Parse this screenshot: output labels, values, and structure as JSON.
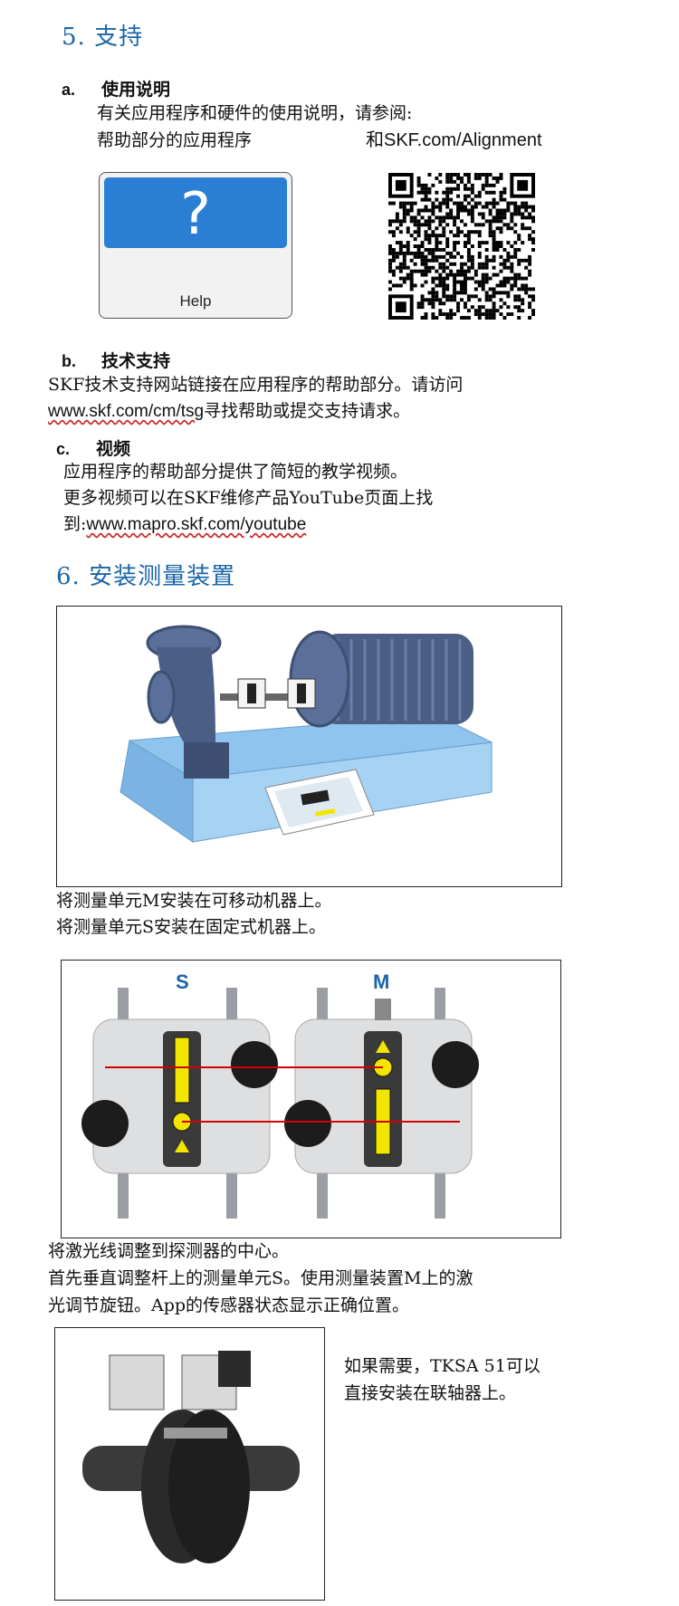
{
  "section5": {
    "title": "5. 支持",
    "a": {
      "letter": "a.",
      "title": "使用说明",
      "line1": "有关应用程序和硬件的使用说明，请参阅:",
      "line2_left": "帮助部分的应用程序",
      "line2_right": "和SKF.com/Alignment",
      "help_label": "Help",
      "help_glyph": "?"
    },
    "b": {
      "letter": "b.",
      "title": "技术支持",
      "line1": "SKF技术支持网站链接在应用程序的帮助部分。请访问",
      "line2_link": "www.skf.com/cm/tsg",
      "line2_rest": "寻找帮助或提交支持请求。"
    },
    "c": {
      "letter": "c.",
      "title": "视频",
      "line1": "应用程序的帮助部分提供了简短的教学视频。",
      "line2": "更多视频可以在SKF维修产品YouTube页面上找",
      "line3_prefix": "到:",
      "line3_link": "www.mapro.skf.com/youtube"
    }
  },
  "section6": {
    "title": "6. 安装测量装置",
    "caption1": "将测量单元M安装在可移动机器上。",
    "caption2": "将测量单元S安装在固定式机器上。",
    "unit_s": "S",
    "unit_m": "M",
    "caption3": "将激光线调整到探测器的中心。",
    "caption4": "首先垂直调整杆上的测量单元S。使用测量装置M上的激",
    "caption5": "光调节旋钮。App的传感器状态显示正确位置。",
    "side1": "如果需要，TKSA 51可以",
    "side2": "直接安装在联轴器上。"
  },
  "colors": {
    "heading": "#1a66a8",
    "laser": "#d40000",
    "detector": "#f2e600",
    "base": "#8fc4ee"
  }
}
